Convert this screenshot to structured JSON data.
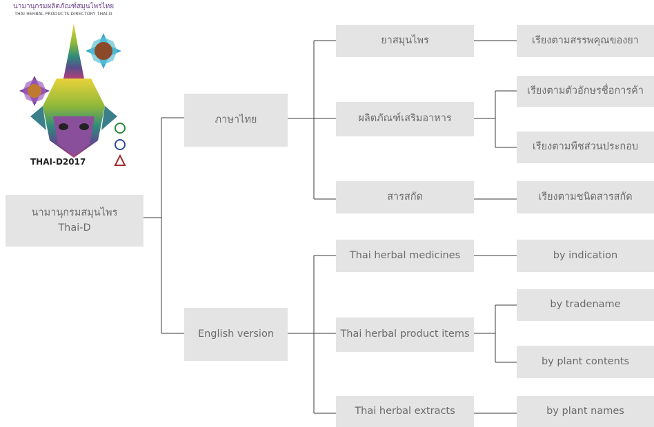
{
  "logo": {
    "title": "นามานุกรมผลิตภัณฑ์สมุนไพรไทย",
    "subtitle": "THAI HERBAL PRODUCTS DIRECTORY THAI-D",
    "year": "THAI-D2017"
  },
  "root": {
    "label": "นามานุกรมสมุนไพร\nThai-D"
  },
  "thai": {
    "label": "ภาษาไทย",
    "items": [
      {
        "label": "ยาสมุนไพร",
        "children": [
          "เรียงตามสรรพคุณของยา"
        ]
      },
      {
        "label": "ผลิตภัณฑ์เสริมอาหาร",
        "children": [
          "เรียงตามตัวอักษรชื่อการค้า",
          "เรียงตามพืชส่วนประกอบ"
        ]
      },
      {
        "label": "สารสกัด",
        "children": [
          "เรียงตามชนิดสารสกัด"
        ]
      }
    ]
  },
  "english": {
    "label": "English version",
    "items": [
      {
        "label": "Thai herbal medicines",
        "children": [
          "by indication"
        ]
      },
      {
        "label": "Thai herbal product items",
        "children": [
          "by tradename",
          "by plant contents"
        ]
      },
      {
        "label": "Thai herbal extracts",
        "children": [
          "by plant names"
        ]
      }
    ]
  }
}
